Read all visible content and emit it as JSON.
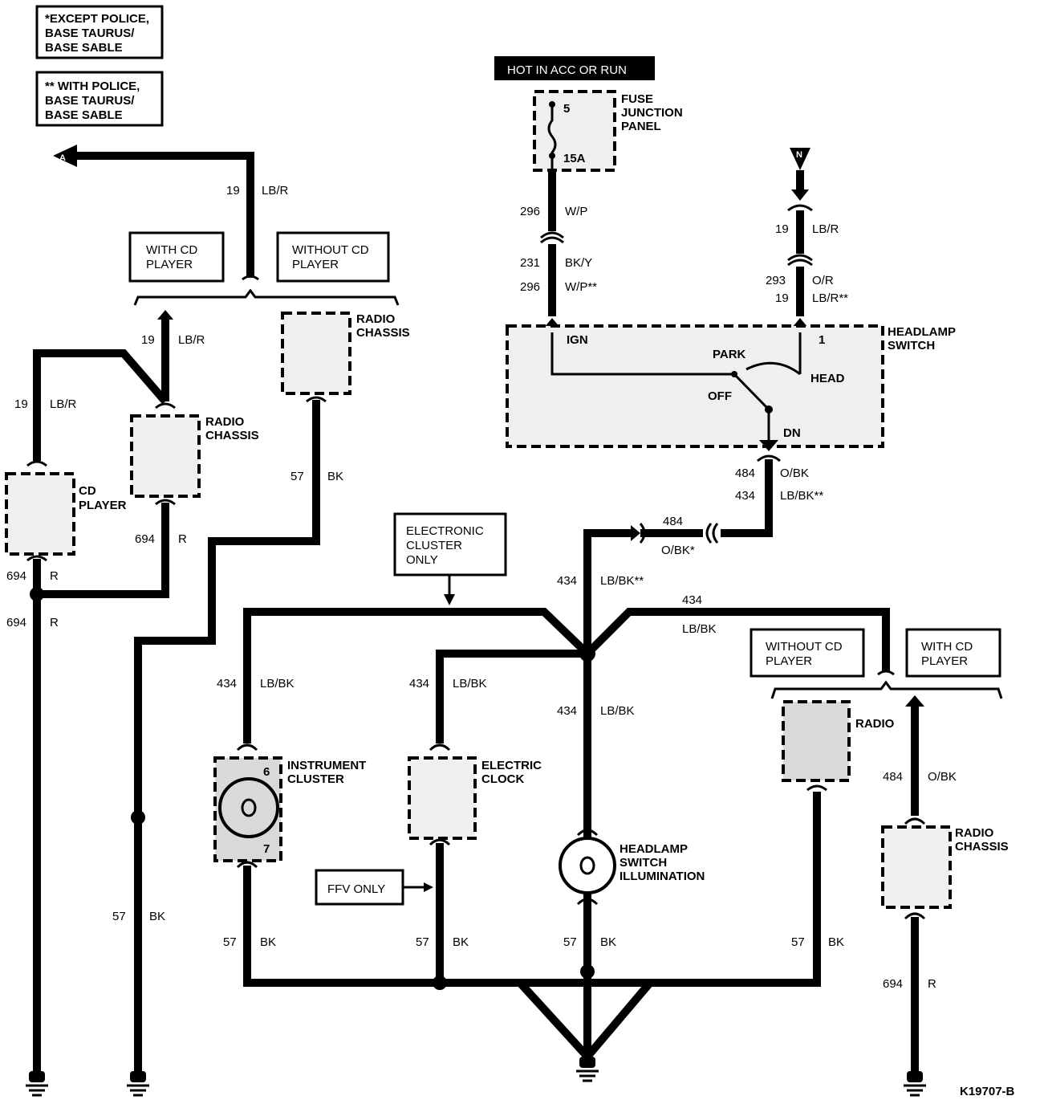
{
  "notes": {
    "except": [
      "*EXCEPT POLICE,",
      "BASE TAURUS/",
      "BASE SABLE"
    ],
    "with": [
      "** WITH POLICE,",
      "BASE TAURUS/",
      "BASE SABLE"
    ]
  },
  "connectors": {
    "a": "A",
    "n": "N"
  },
  "hot_label": "HOT IN ACC OR RUN",
  "fuse": {
    "name": [
      "FUSE",
      "JUNCTION",
      "PANEL"
    ],
    "num": "5",
    "rating": "15A"
  },
  "headlamp_switch": {
    "name": [
      "HEADLAMP",
      "SWITCH"
    ],
    "ign": "IGN",
    "pin1": "1",
    "park": "PARK",
    "head": "HEAD",
    "off": "OFF",
    "dn": "DN"
  },
  "option_boxes": {
    "with_cd_left": [
      "WITH CD",
      "PLAYER"
    ],
    "without_cd_left": [
      "WITHOUT CD",
      "PLAYER"
    ],
    "without_cd_right": [
      "WITHOUT CD",
      "PLAYER"
    ],
    "with_cd_right": [
      "WITH CD",
      "PLAYER"
    ],
    "electronic_cluster": [
      "ELECTRONIC",
      "CLUSTER",
      "ONLY"
    ],
    "ffv_only": "FFV ONLY"
  },
  "components": {
    "radio_chassis": [
      "RADIO",
      "CHASSIS"
    ],
    "cd_player": [
      "CD",
      "PLAYER"
    ],
    "instrument_cluster": [
      "INSTRUMENT",
      "CLUSTER"
    ],
    "instrument_pin6": "6",
    "instrument_pin7": "7",
    "electric_clock": [
      "ELECTRIC",
      "CLOCK"
    ],
    "headlamp_illum": [
      "HEADLAMP",
      "SWITCH",
      "ILLUMINATION"
    ],
    "radio": "RADIO"
  },
  "circuits": {
    "c19": "19",
    "lbr": "LB/R",
    "lbr_dd": "LB/R**",
    "c296": "296",
    "wp": "W/P",
    "wp_dd": "W/P**",
    "c231": "231",
    "bky": "BK/Y",
    "c293": "293",
    "or": "O/R",
    "c484": "484",
    "obk": "O/BK",
    "obk_d": "O/BK*",
    "c434": "434",
    "lbbk": "LB/BK",
    "lbbk_dd": "LB/BK**",
    "c57": "57",
    "bk": "BK",
    "c694": "694",
    "r": "R"
  },
  "figure_id": "K19707-B"
}
